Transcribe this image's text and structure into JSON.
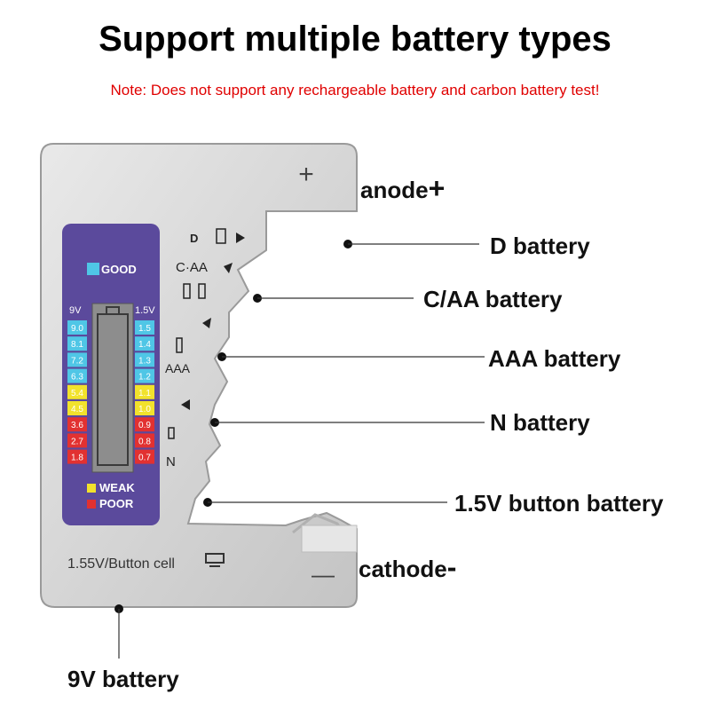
{
  "title": "Support multiple battery types",
  "note": "Note: Does not support any rechargeable battery and carbon battery test!",
  "device": {
    "plus_symbol": "+",
    "minus_symbol": "—",
    "icon_labels": {
      "d": "D",
      "c_aa": "C·AA",
      "aaa": "AAA",
      "n": "N"
    },
    "meter": {
      "legend": {
        "good": "GOOD",
        "weak": "WEAK",
        "poor": "POOR"
      },
      "left_header": "9V",
      "right_header": "1.5V",
      "left_scale": [
        "9.0",
        "8.1",
        "7.2",
        "6.3",
        "5.4",
        "4.5",
        "3.6",
        "2.7",
        "1.8"
      ],
      "right_scale": [
        "1.5",
        "1.4",
        "1.3",
        "1.2",
        "1.1",
        "1.0",
        "0.9",
        "0.8",
        "0.7"
      ],
      "scale_colors": [
        "#4fc6e6",
        "#4fc6e6",
        "#4fc6e6",
        "#4fc6e6",
        "#f2e22c",
        "#f2e22c",
        "#e23131",
        "#e23131",
        "#e23131"
      ]
    },
    "button_cell_label": "1.55V/Button cell"
  },
  "labels": {
    "anode": "anode",
    "anode_symbol": "+",
    "d_battery": "D battery",
    "c_aa_battery": "C/AA battery",
    "aaa_battery": "AAA battery",
    "n_battery": "N battery",
    "button_battery": "1.5V button battery",
    "cathode": "cathode",
    "cathode_symbol": "-",
    "nine_v_battery": "9V battery"
  },
  "colors": {
    "title": "#000000",
    "note": "#e00000",
    "device_body": "#d9d9d9",
    "meter_panel": "#5b4a9c",
    "good": "#4fc6e6",
    "weak": "#f2e22c",
    "poor": "#e23131"
  }
}
